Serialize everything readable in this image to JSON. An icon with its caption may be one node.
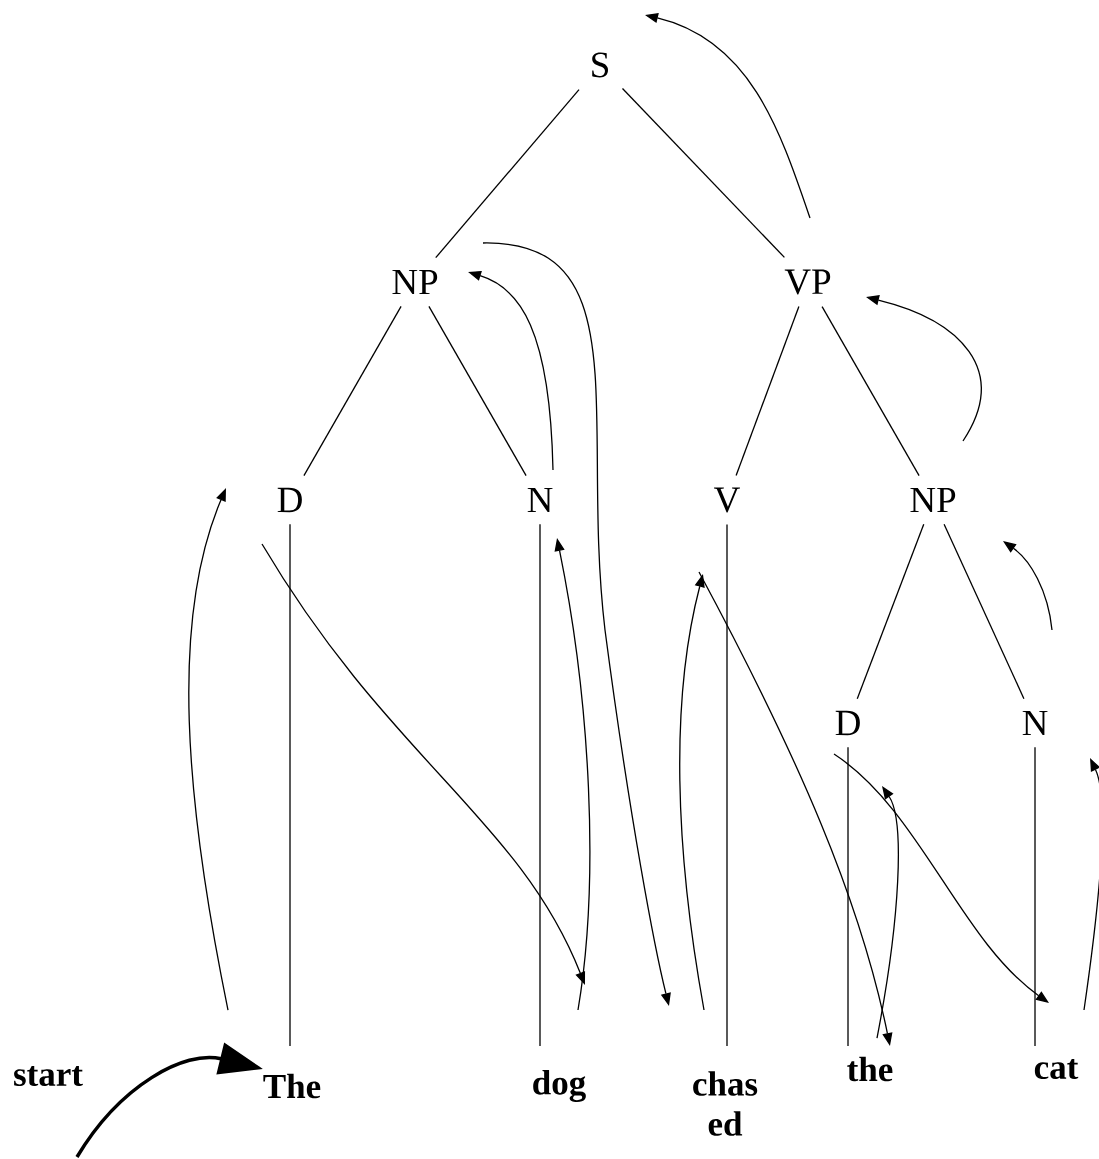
{
  "diagram": {
    "nodes": [
      {
        "text": [
          "S"
        ]
      },
      {
        "text": [
          "NP"
        ]
      },
      {
        "text": [
          "VP"
        ]
      },
      {
        "text": [
          "D"
        ]
      },
      {
        "text": [
          "N"
        ]
      },
      {
        "text": [
          "V"
        ]
      },
      {
        "text": [
          "NP"
        ]
      },
      {
        "text": [
          "D"
        ]
      },
      {
        "text": [
          "N"
        ]
      },
      {
        "text": [
          "The"
        ]
      },
      {
        "text": [
          "dog"
        ]
      },
      {
        "text": [
          "chas ed"
        ]
      },
      {
        "text": [
          "the"
        ]
      },
      {
        "text": [
          "cat"
        ]
      }
    ],
    "edges": [
      {
        "from": 0,
        "to": 1,
        "arrow": "none"
      },
      {
        "from": 0,
        "to": 2,
        "arrow": "none"
      },
      {
        "from": 1,
        "to": 3,
        "arrow": "none"
      },
      {
        "from": 1,
        "to": 4,
        "arrow": "none"
      },
      {
        "from": 2,
        "to": 5,
        "arrow": "none"
      },
      {
        "from": 2,
        "to": 6,
        "arrow": "none"
      },
      {
        "from": 6,
        "to": 7,
        "arrow": "none"
      },
      {
        "from": 6,
        "to": 8,
        "arrow": "none"
      },
      {
        "from": 3,
        "to": 9,
        "arrow": "none"
      },
      {
        "from": 4,
        "to": 10,
        "arrow": "none"
      },
      {
        "from": 5,
        "to": 11,
        "arrow": "none"
      },
      {
        "from": 7,
        "to": 12,
        "arrow": "none"
      },
      {
        "from": 8,
        "to": 13,
        "arrow": "none"
      },
      {
        "from": null,
        "to": 9,
        "arrow": "to",
        "style": "thick"
      },
      {
        "from": 9,
        "to": 3,
        "arrow": "to"
      },
      {
        "from": 3,
        "to": 10,
        "arrow": "to"
      },
      {
        "from": 10,
        "to": 4,
        "arrow": "to"
      },
      {
        "from": 4,
        "to": 1,
        "arrow": "to"
      },
      {
        "from": 1,
        "to": 11,
        "arrow": "to"
      },
      {
        "from": 11,
        "to": 5,
        "arrow": "to"
      },
      {
        "from": 5,
        "to": 12,
        "arrow": "to"
      },
      {
        "from": 12,
        "to": 7,
        "arrow": "to"
      },
      {
        "from": 7,
        "to": 13,
        "arrow": "to"
      },
      {
        "from": 13,
        "to": 8,
        "arrow": "to"
      },
      {
        "from": 8,
        "to": 6,
        "arrow": "to"
      },
      {
        "from": 6,
        "to": 2,
        "arrow": "to"
      },
      {
        "from": 2,
        "to": 0,
        "arrow": "to"
      }
    ],
    "labels": [
      "start"
    ]
  }
}
